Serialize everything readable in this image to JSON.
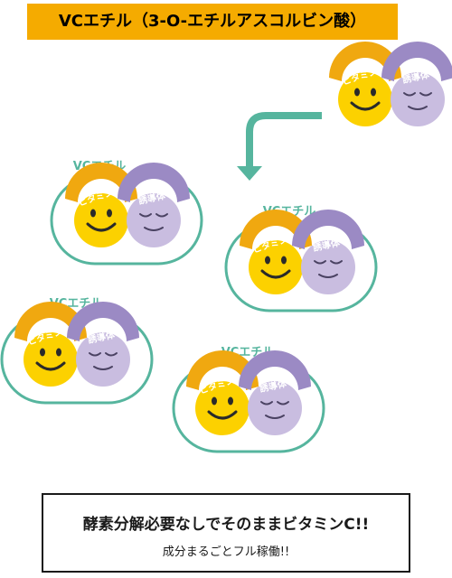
{
  "title": "VCエチル（3-O-エチルアスコルビン酸）",
  "molecule": {
    "vitamin_badge": "ビタミン",
    "vitamin_badge_suffix": "C",
    "derivative_badge": "誘導体",
    "unit_label": "VCエチル"
  },
  "message": {
    "main": "酵素分解必要なしでそのままビタミンC!!",
    "sub": "成分まるごとフル稼働!!"
  },
  "colors": {
    "banner": "#f5ab00",
    "vitamin_face": "#fcd100",
    "derivative_face": "#c9bde0",
    "vitamin_badge": "#f0a810",
    "derivative_badge": "#9b8ac4",
    "outline_teal": "#56b59e"
  }
}
